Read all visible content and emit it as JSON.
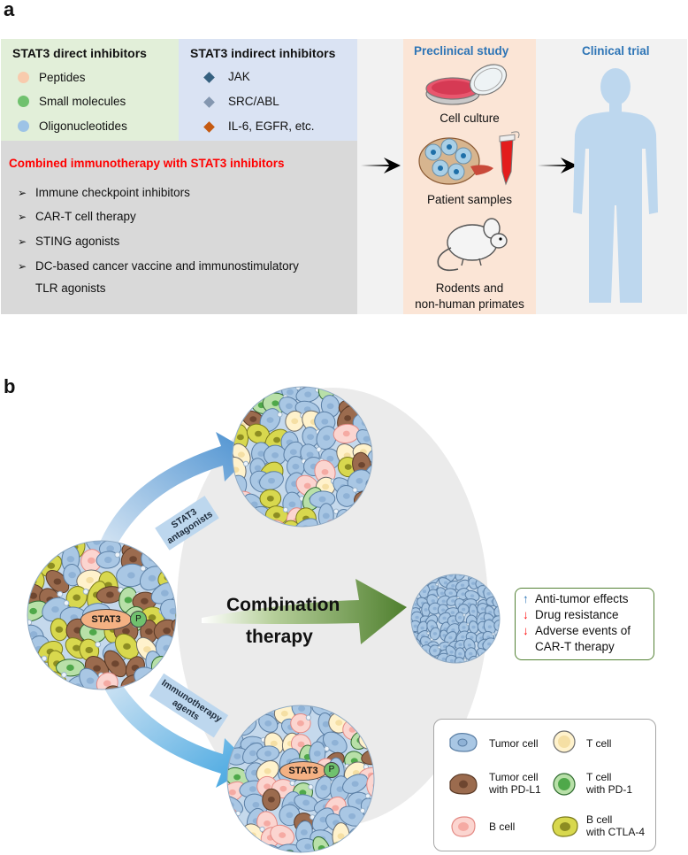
{
  "panel_a": {
    "letter": "a",
    "direct": {
      "title": "STAT3 direct inhibitors",
      "items": [
        {
          "label": "Peptides",
          "color": "#f8cbad"
        },
        {
          "label": "Small molecules",
          "color": "#70c16e"
        },
        {
          "label": "Oligonucleotides",
          "color": "#9dc3e6"
        }
      ]
    },
    "indirect": {
      "title": "STAT3 indirect inhibitors",
      "items": [
        {
          "label": "JAK",
          "color": "#35607f"
        },
        {
          "label": "SRC/ABL",
          "color": "#8497b0"
        },
        {
          "label": "IL-6, EGFR, etc.",
          "color": "#c55a11"
        }
      ]
    },
    "combined": {
      "title": "Combined immunotherapy with STAT3 inhibitors",
      "items": [
        "Immune checkpoint inhibitors",
        "CAR-T cell therapy",
        "STING agonists",
        "DC-based cancer vaccine and immunostimulatory",
        "TLR agonists"
      ]
    },
    "preclinical": {
      "title": "Preclinical study",
      "captions": [
        "Cell culture",
        "Patient samples",
        "Rodents and",
        "non-human primates"
      ]
    },
    "clinical": {
      "title": "Clinical trial"
    }
  },
  "panel_b": {
    "letter": "b",
    "arrow_up_label": [
      "STAT3",
      "antagonists"
    ],
    "arrow_down_label": [
      "Immunotherapy",
      "agents"
    ],
    "combination": [
      "Combination",
      "therapy"
    ],
    "stat3_label": "STAT3",
    "p_label": "P",
    "effects": [
      {
        "arrow": "↑",
        "text": "Anti-tumor effects",
        "color": "#2e75b6"
      },
      {
        "arrow": "↓",
        "text": "Drug resistance",
        "color": "#ff0000"
      },
      {
        "arrow": "↓",
        "text": "Adverse events of",
        "color": "#ff0000"
      },
      {
        "arrow": "",
        "text": "CAR-T therapy",
        "color": ""
      }
    ],
    "legend": {
      "tumor": "Tumor cell",
      "tumor_pdl1": [
        "Tumor cell",
        "with PD-L1"
      ],
      "bcell": "B cell",
      "tcell": "T cell",
      "tcell_pd1": [
        "T cell",
        "with PD-1"
      ],
      "bcell_ctla4": [
        "B cell",
        "with CTLA-4"
      ]
    }
  }
}
